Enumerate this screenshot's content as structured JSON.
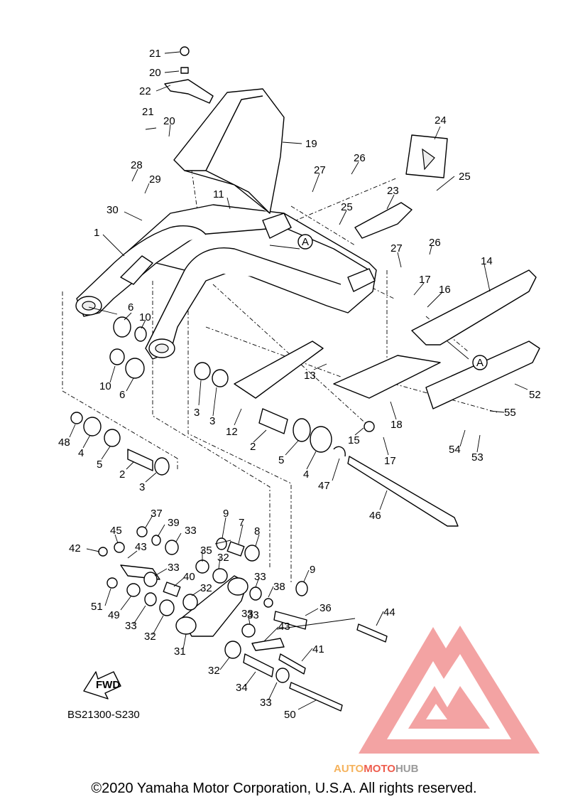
{
  "diagram": {
    "callouts": [
      "21",
      "20",
      "22",
      "21",
      "20",
      "19",
      "24",
      "26",
      "27",
      "25",
      "28",
      "29",
      "23",
      "11",
      "30",
      "25",
      "1",
      "26",
      "27",
      "14",
      "17",
      "16",
      "6",
      "10",
      "A",
      "10",
      "6",
      "13",
      "18",
      "52",
      "55",
      "3",
      "3",
      "12",
      "15",
      "2",
      "5",
      "4",
      "17",
      "54",
      "53",
      "48",
      "4",
      "5",
      "2",
      "3",
      "47",
      "46",
      "37",
      "39",
      "9",
      "7",
      "8",
      "45",
      "33",
      "42",
      "43",
      "35",
      "32",
      "33",
      "33",
      "40",
      "32",
      "51",
      "49",
      "33",
      "9",
      "38",
      "33",
      "36",
      "32",
      "33",
      "44",
      "43",
      "31",
      "41",
      "32",
      "34",
      "33",
      "50",
      "A"
    ],
    "fwd_label": "FWD",
    "ref_code": "BS21300-S230"
  },
  "watermark": {
    "part1": "AUTO",
    "part2": "MOTO",
    "part3": "HUB",
    "color1": "#f5b25c",
    "color2": "#ee5d4e",
    "color3": "#9a9a9a"
  },
  "footer": {
    "copyright": "©2020 Yamaha Motor Corporation, U.S.A. All rights reserved."
  }
}
